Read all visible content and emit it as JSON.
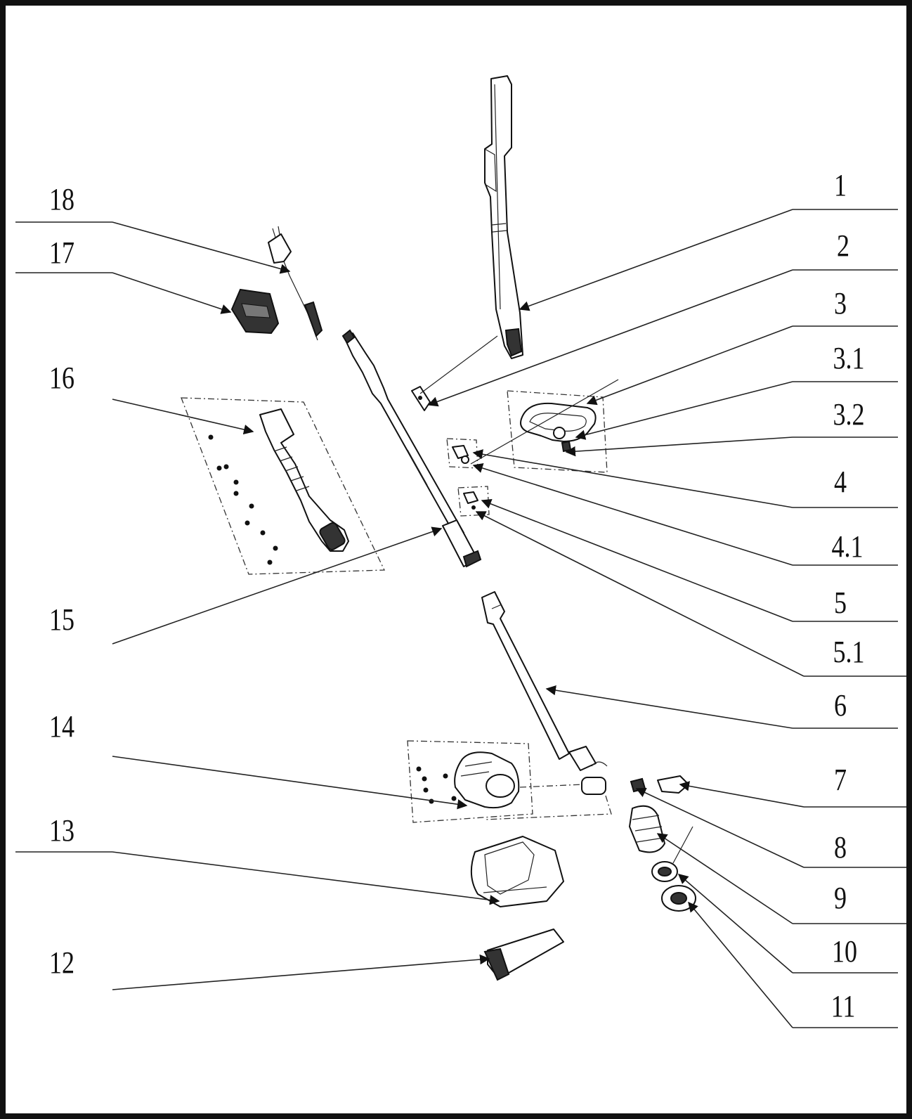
{
  "diagram": {
    "type": "exploded-parts-view",
    "callouts": [
      {
        "id": "c1",
        "label": "1"
      },
      {
        "id": "c2",
        "label": "2"
      },
      {
        "id": "c3",
        "label": "3"
      },
      {
        "id": "c3_1",
        "label": "3.1"
      },
      {
        "id": "c3_2",
        "label": "3.2"
      },
      {
        "id": "c4",
        "label": "4"
      },
      {
        "id": "c4_1",
        "label": "4.1"
      },
      {
        "id": "c5",
        "label": "5"
      },
      {
        "id": "c5_1",
        "label": "5.1"
      },
      {
        "id": "c6",
        "label": "6"
      },
      {
        "id": "c7",
        "label": "7"
      },
      {
        "id": "c8",
        "label": "8"
      },
      {
        "id": "c9",
        "label": "9"
      },
      {
        "id": "c10",
        "label": "10"
      },
      {
        "id": "c11",
        "label": "11"
      },
      {
        "id": "c12",
        "label": "12"
      },
      {
        "id": "c13",
        "label": "13"
      },
      {
        "id": "c14",
        "label": "14"
      },
      {
        "id": "c15",
        "label": "15"
      },
      {
        "id": "c16",
        "label": "16"
      },
      {
        "id": "c17",
        "label": "17"
      },
      {
        "id": "c18",
        "label": "18"
      }
    ]
  }
}
